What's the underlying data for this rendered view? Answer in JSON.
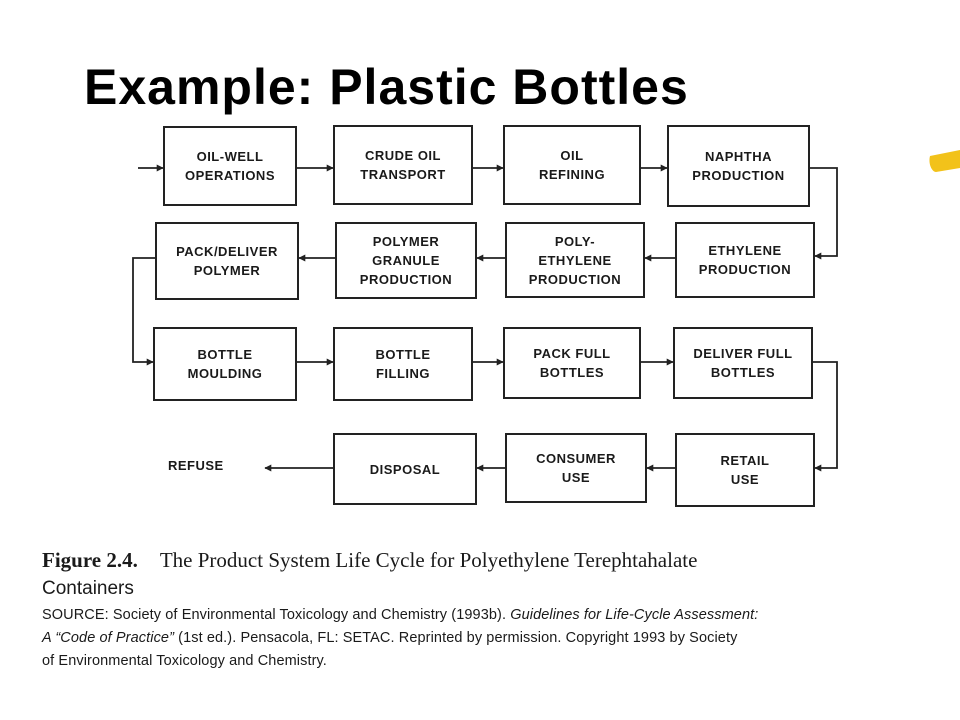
{
  "title": "Example:  Plastic Bottles",
  "boxes": {
    "oil_well": "OIL-WELL\nOPERATIONS",
    "crude_oil": "CRUDE OIL\nTRANSPORT",
    "oil_refining": "OIL\nREFINING",
    "naphtha": "NAPHTHA\nPRODUCTION",
    "ethylene": "ETHYLENE\nPRODUCTION",
    "polyethylene": "POLY-\nETHYLENE\nPRODUCTION",
    "polymer_granule": "POLYMER\nGRANULE\nPRODUCTION",
    "pack_deliver": "PACK/DELIVER\nPOLYMER",
    "bottle_moulding": "BOTTLE\nMOULDING",
    "bottle_filling": "BOTTLE\nFILLING",
    "pack_full": "PACK FULL\nBOTTLES",
    "deliver_full": "DELIVER FULL\nBOTTLES",
    "retail": "RETAIL\nUSE",
    "consumer": "CONSUMER\nUSE",
    "disposal": "DISPOSAL"
  },
  "refuse": "REFUSE",
  "caption": {
    "label": "Figure 2.4.",
    "text": "The Product System Life Cycle for Polyethylene Terephtahalate",
    "text2": "Containers",
    "source_1a": "SOURCE: Society of Environmental Toxicology and Chemistry (1993b). ",
    "source_1b": "Guidelines for Life-Cycle Assessment:",
    "source_2a": "A “Code of Practice”",
    "source_2b": " (1st ed.). Pensacola, FL: SETAC. Reprinted by permission. Copyright 1993 by Society",
    "source_3": "of Environmental Toxicology and Chemistry."
  },
  "colors": {
    "marker": "#f2c21a",
    "line": "#222222"
  }
}
